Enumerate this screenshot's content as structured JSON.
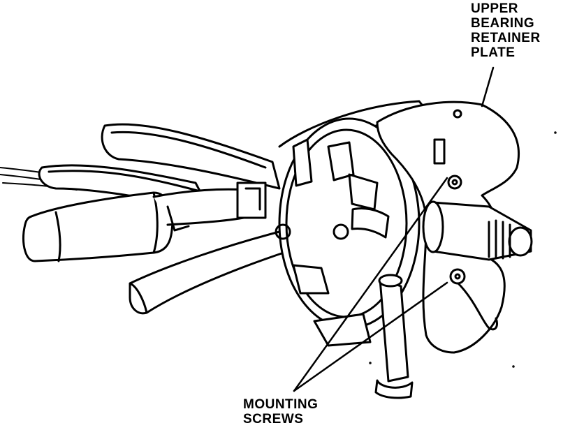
{
  "labels": {
    "upper_bearing_retainer_plate": [
      "UPPER",
      "BEARING",
      "RETAINER",
      "PLATE"
    ],
    "mounting_screws": [
      "MOUNTING",
      "SCREWS"
    ]
  }
}
